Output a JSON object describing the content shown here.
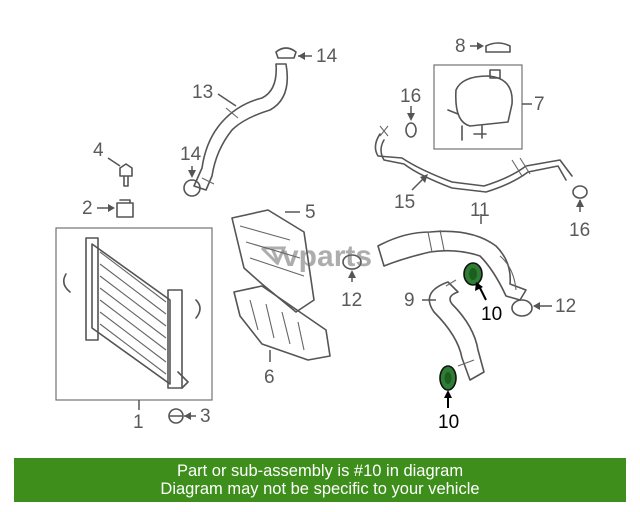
{
  "callouts": {
    "c1": "1",
    "c2": "2",
    "c3": "3",
    "c4": "4",
    "c5": "5",
    "c6": "6",
    "c7": "7",
    "c8": "8",
    "c9": "9",
    "c10a": "10",
    "c10b": "10",
    "c11": "11",
    "c12a": "12",
    "c12b": "12",
    "c13": "13",
    "c14a": "14",
    "c14b": "14",
    "c15": "15",
    "c16a": "16",
    "c16b": "16"
  },
  "watermark": {
    "brand": "vparts"
  },
  "highlight": {
    "part_number": "10",
    "color": "#2e7d32"
  },
  "banner": {
    "line1": "Part or sub-assembly is #10 in diagram",
    "line2": "Diagram may not be specific to your vehicle",
    "color": "#3d8e1a"
  }
}
